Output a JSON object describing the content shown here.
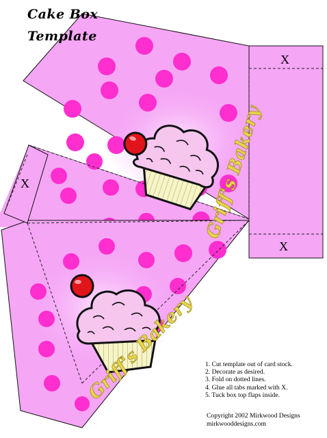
{
  "template": {
    "title_line1": "Cake Box",
    "title_line2": "Template",
    "tab_marks": [
      "X",
      "X",
      "X"
    ],
    "bakery_name": "Griff's Bakery"
  },
  "instructions": [
    "1. Cut template out of card stock.",
    "2. Decorate as desired.",
    "3. Fold on dotted lines.",
    "4. Glue all tabs marked with X.",
    "5. Tuck box top flaps inside."
  ],
  "footer": {
    "copyright": "Copyright 2002 Mirkwood Designs",
    "website": "mirkwooddesigns.com"
  },
  "colors": {
    "panel_pink": "#f5a6f5",
    "panel_light": "#fbd3fb",
    "polka_dot": "#ff2ecf",
    "dashed_line": "#222222",
    "cherry": "#e0141a",
    "frosting": "#f6c6ef",
    "wrapper": "#f7f4c8",
    "bakery_text": "#e8d44a"
  }
}
